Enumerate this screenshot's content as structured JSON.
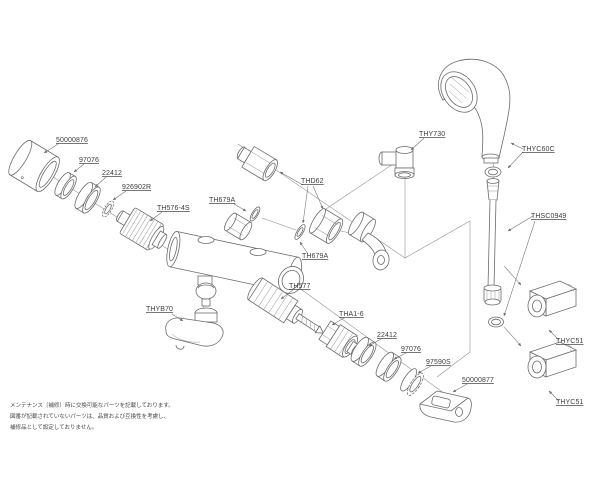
{
  "diagram": {
    "kind": "exploded-parts-diagram",
    "colors": {
      "background": "#ffffff",
      "line": "#6b6b6b",
      "label": "#3d3d3d"
    }
  },
  "parts": [
    {
      "id": "escutcheon-cap",
      "label": "50000876"
    },
    {
      "id": "ring-top-97076",
      "label": "97076"
    },
    {
      "id": "ring-top-22412",
      "label": "22412"
    },
    {
      "id": "washer-926902r",
      "label": "926902R"
    },
    {
      "id": "unit-th576-4s",
      "label": "TH576-4S"
    },
    {
      "id": "washer-th679a-upper",
      "label": "TH679A"
    },
    {
      "id": "connector-thd62",
      "label": "THD62"
    },
    {
      "id": "washer-th679a-lower",
      "label": "TH679A"
    },
    {
      "id": "elbow-thy730",
      "label": "THY730"
    },
    {
      "id": "shower-head-thyc60c",
      "label": "THYC60C"
    },
    {
      "id": "hose-thsc0949",
      "label": "THSC0949"
    },
    {
      "id": "holder-upper-thyc51",
      "label": "THYC51"
    },
    {
      "id": "holder-lower-thyc51",
      "label": "THYC51"
    },
    {
      "id": "cartridge-th577",
      "label": "TH577"
    },
    {
      "id": "cartridge-tha1-6",
      "label": "THA1-6"
    },
    {
      "id": "ring-bottom-22412",
      "label": "22412"
    },
    {
      "id": "ring-bottom-97076",
      "label": "97076"
    },
    {
      "id": "ring-97590s",
      "label": "97590S"
    },
    {
      "id": "bracket-50000877",
      "label": "50000877"
    },
    {
      "id": "spout-thyb70",
      "label": "THYB70"
    }
  ],
  "note": {
    "line1": "メンテナンス〔補修〕時に交換可能なパーツを記載しております。",
    "line2": "図番が記載されていないパーツは、品質および互換性を考慮し、",
    "line3": "補修品として設定しておりません。"
  }
}
